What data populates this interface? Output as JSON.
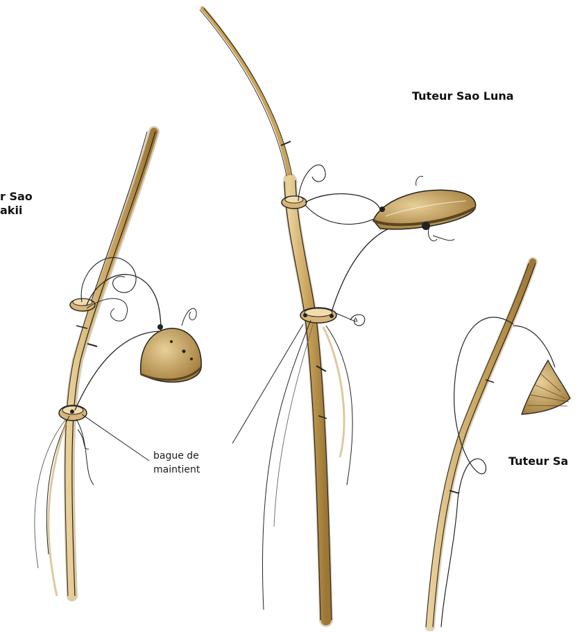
{
  "labels": {
    "luna": "Tuteur Sao Luna",
    "left_line1": "r Sao",
    "left_line2": "akii",
    "right": "Tuteur Sa"
  },
  "callout": {
    "line1": "bague de",
    "line2": "maintient"
  },
  "colors": {
    "bamboo": "#c9a35a",
    "bamboo_dark": "#8a6a2e",
    "ink": "#222222"
  }
}
